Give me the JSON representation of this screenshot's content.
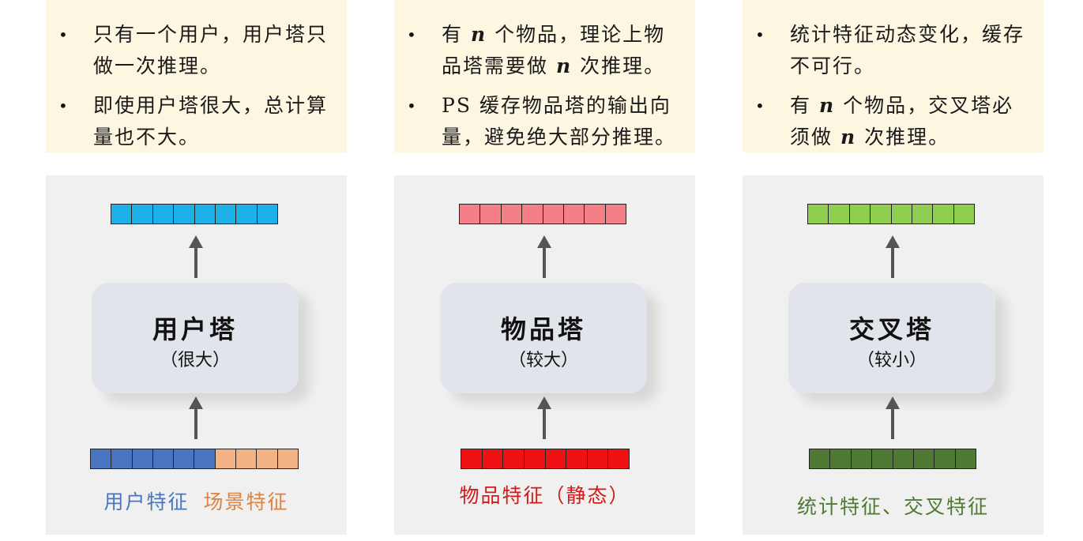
{
  "colors": {
    "note_bg": "#fdf6e0",
    "stage_bg": "#f0f0f0",
    "tower_bg": "#e1e4ea",
    "user_embedding": "#1eb0e8",
    "user_feature": "#4a75c2",
    "scene_feature": "#f3b286",
    "item_embedding": "#f47f87",
    "item_feature": "#f01212",
    "cross_output": "#8fcf4f",
    "cross_feature": "#4f7a33"
  },
  "user": {
    "bullets": [
      "只有一个用户，用户塔只做一次推理。",
      "即使用户塔很大，总计算量也不大。"
    ],
    "tower_name": "用户塔",
    "tower_size": "（很大）",
    "output_cells": 8,
    "caption_parts": [
      "用户特征",
      "场景特征"
    ]
  },
  "item": {
    "bullets": [
      [
        "有 ",
        "n",
        " 个物品，理论上物品塔需要做 ",
        "n",
        " 次推理。"
      ],
      "PS 缓存物品塔的输出向量，避免绝大部分推理。"
    ],
    "tower_name": "物品塔",
    "tower_size": "（较大）",
    "output_cells": 8,
    "caption": "物品特征（静态）"
  },
  "cross": {
    "bullets": [
      "统计特征动态变化，缓存不可行。",
      [
        "有 ",
        "n",
        " 个物品，交叉塔必须做 ",
        "n",
        " 次推理。"
      ]
    ],
    "tower_name": "交叉塔",
    "tower_size": "（较小）",
    "output_cells": 8,
    "caption": "统计特征、交叉特征"
  }
}
